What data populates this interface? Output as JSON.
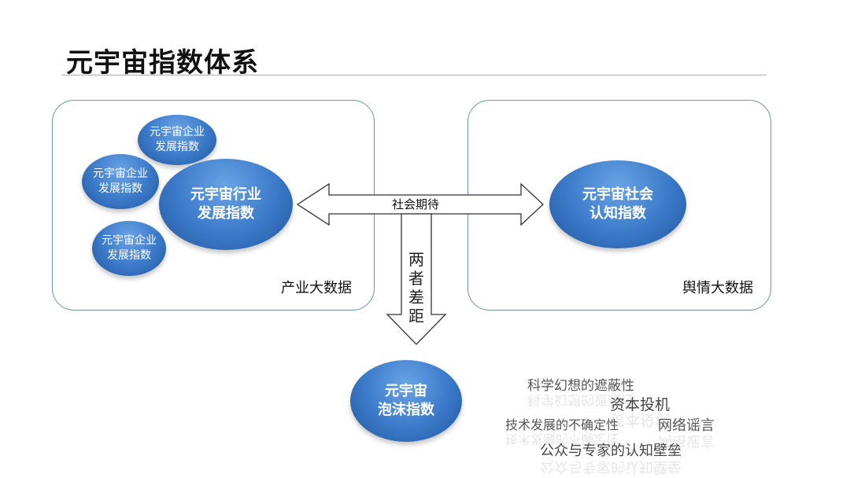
{
  "title": "元宇宙指数体系",
  "panels": {
    "left_label": "产业大数据",
    "right_label": "舆情大数据"
  },
  "bubbles": {
    "enterprise_1": "元宇宙企业\n发展指数",
    "enterprise_2": "元宇宙企业\n发展指数",
    "enterprise_3": "元宇宙企业\n发展指数",
    "industry": "元宇宙行业\n发展指数",
    "social": "元宇宙社会\n认知指数",
    "bubble_index": "元宇宙\n泡沫指数"
  },
  "arrows": {
    "horizontal_label": "社会期待",
    "vertical_label": "两者差距"
  },
  "word_cloud": [
    "科学幻想的遮蔽性",
    "资本投机",
    "技术发展的不确定性",
    "网络谣言",
    "公众与专家的认知壁垒"
  ],
  "colors": {
    "bubble": "#3a79c8",
    "panel_border": "#6f8fb3",
    "title_rule": "#8fb1cf"
  }
}
